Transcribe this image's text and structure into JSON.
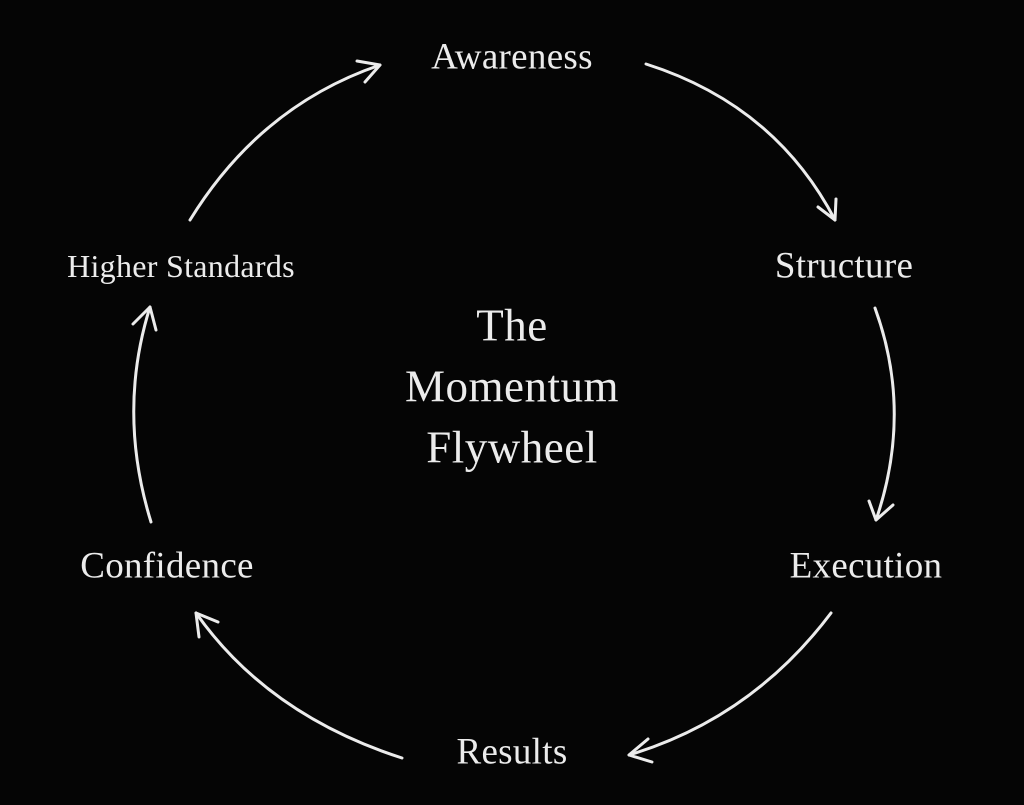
{
  "diagram": {
    "type": "cycle",
    "title_lines": [
      "The",
      "Momentum",
      "Flywheel"
    ],
    "direction": "clockwise",
    "nodes": [
      {
        "id": "awareness",
        "label": "Awareness"
      },
      {
        "id": "structure",
        "label": "Structure"
      },
      {
        "id": "execution",
        "label": "Execution"
      },
      {
        "id": "results",
        "label": "Results"
      },
      {
        "id": "confidence",
        "label": "Confidence"
      },
      {
        "id": "higher-standards",
        "label": "Higher Standards"
      }
    ],
    "edges": [
      {
        "from": "awareness",
        "to": "structure"
      },
      {
        "from": "structure",
        "to": "execution"
      },
      {
        "from": "execution",
        "to": "results"
      },
      {
        "from": "results",
        "to": "confidence"
      },
      {
        "from": "confidence",
        "to": "higher-standards"
      },
      {
        "from": "higher-standards",
        "to": "awareness"
      }
    ],
    "colors": {
      "background": "#050505",
      "foreground": "#ececec"
    }
  }
}
